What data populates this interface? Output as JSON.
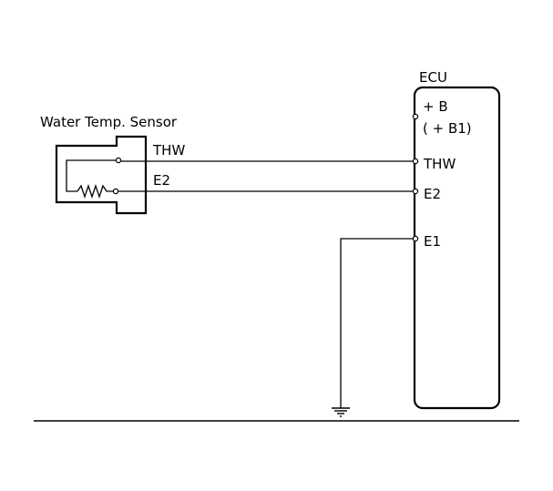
{
  "sensor": {
    "title": "Water Temp. Sensor",
    "pin_thw": "THW",
    "pin_e2": "E2"
  },
  "ecu": {
    "title": "ECU",
    "pin_b": "+ B",
    "pin_b1": "( + B1)",
    "pin_thw": "THW",
    "pin_e2": "E2",
    "pin_e1": "E1"
  }
}
